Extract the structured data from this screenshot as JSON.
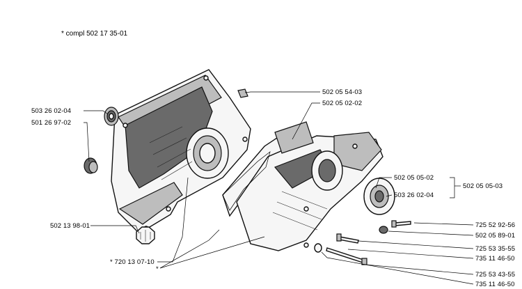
{
  "header": {
    "note": "*  compl 502 17 35-01"
  },
  "callouts": {
    "c1": "503 26 02-04",
    "c2": "501 26 97-02",
    "c3": "502 05 54-03",
    "c4": "502 05 02-02",
    "c5": "502 05 05-02",
    "c6": "502 05 05-03",
    "c7": "503 26 02-04",
    "c8": "502 13 98-01",
    "c9": "725 52 92-56",
    "c10": "502 05 89-01",
    "c11": "725 53 35-55",
    "c12": "735 11 46-50",
    "c13": "*  720 13 07-10",
    "c14": "*",
    "c15": "725 53 43-55",
    "c16": "735 11 46-50"
  }
}
